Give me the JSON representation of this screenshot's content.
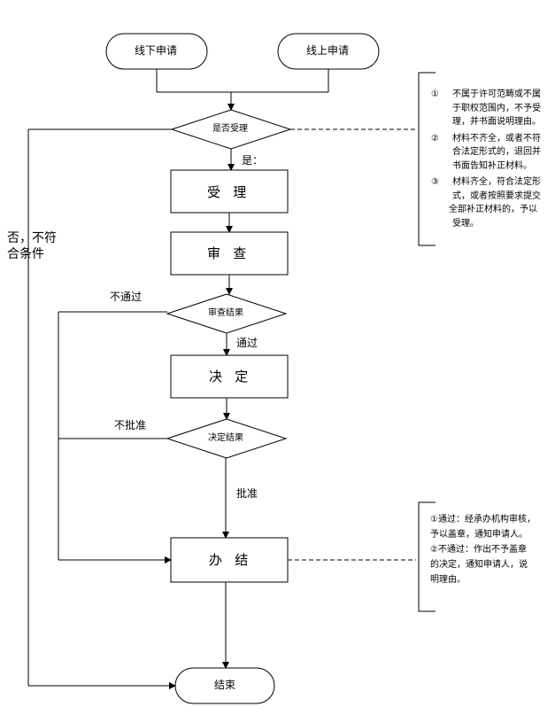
{
  "diagram": {
    "start_offline": "线下申请",
    "start_online": "线上申请",
    "decision_accept": "是否受理",
    "label_yes": "是：",
    "label_reject_left_line1": "否，不符",
    "label_reject_left_line2": "合条件",
    "box_accept": "受   理",
    "box_review": "审   查",
    "decision_review": "审查结果",
    "label_not_pass": "不通过",
    "label_pass": "通过",
    "box_decide": "决   定",
    "decision_decide": "决定结果",
    "label_not_approve": "不批准",
    "label_approve": "批准",
    "box_finish": "办   结",
    "end": "结束"
  },
  "note_accept": {
    "item1_num": "①",
    "item1_line1": "不属于许可范畴或不属",
    "item1_line2": "于职权范围内，不予受",
    "item1_line3": "理，并书面说明理由。",
    "item2_num": "②",
    "item2_line1": "材料不齐全，或者不符",
    "item2_line2": "合法定形式的，退回并",
    "item2_line3": "书面告知补正材料。",
    "item3_num": "③",
    "item3_line1": "材料齐全，符合法定形",
    "item3_line2": "式，或者按照要求提交",
    "item3_line3": "全部补正材料的，予以",
    "item3_line4": "受理。"
  },
  "note_finish": {
    "line1": "①通过：经承办机构审核，",
    "line2": "予以盖章，通知申请人。",
    "line3": "②不通过：作出不予盖章",
    "line4": "的决定，通知申请人，说",
    "line5": "明理由。"
  }
}
